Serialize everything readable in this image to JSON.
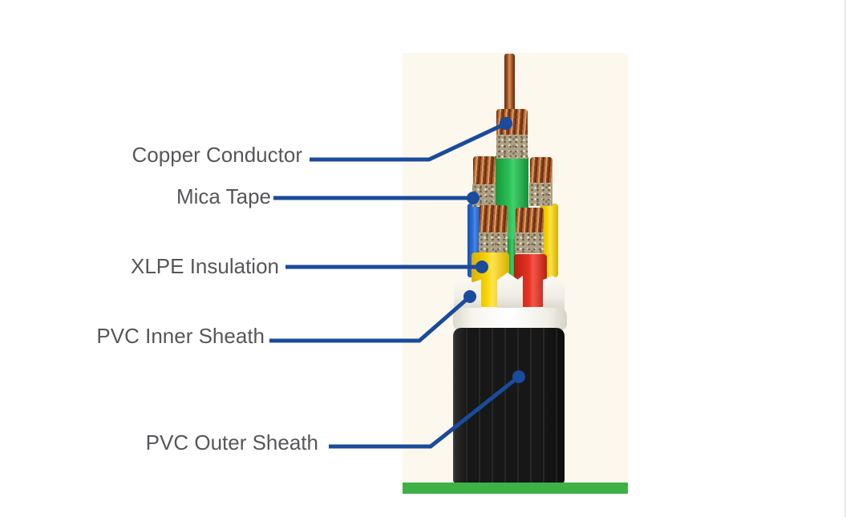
{
  "colors": {
    "leader_line": "#1a4b9c",
    "label_text": "#56575a",
    "photo_bg": "#fcf8ed",
    "base_bar_green": "#3fb046",
    "outer_sheath_black": "#171717",
    "inner_sheath_white": "#f3f1ea",
    "copper": "#b06335",
    "mica_tape": "#ada084",
    "xlpe_green": "#21b14e",
    "xlpe_blue": "#1f63d0",
    "xlpe_yellow": "#f2cf00",
    "xlpe_red": "#e03020"
  },
  "diagram": {
    "labels": [
      {
        "id": "copper-conductor",
        "text": "Copper Conductor"
      },
      {
        "id": "mica-tape",
        "text": "Mica Tape"
      },
      {
        "id": "xlpe-insulation",
        "text": "XLPE Insulation"
      },
      {
        "id": "pvc-inner-sheath",
        "text": "PVC Inner Sheath"
      },
      {
        "id": "pvc-outer-sheath",
        "text": "PVC Outer Sheath"
      }
    ]
  }
}
